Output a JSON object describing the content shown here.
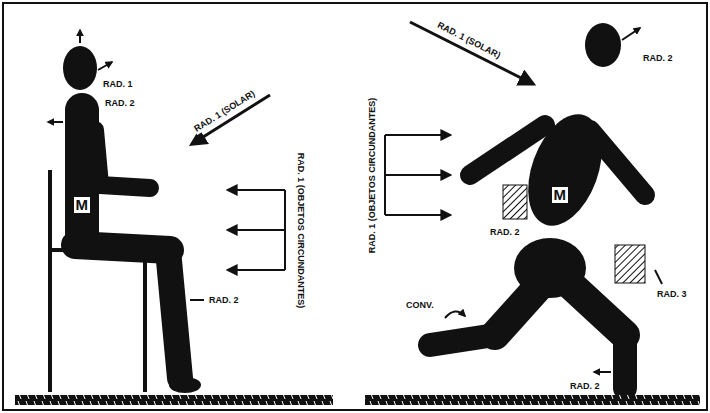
{
  "diagram": {
    "labels": [
      "RAD. 1",
      "RAD. 2",
      "RAD. 1 (SOLAR)",
      "M",
      "RAD. 1 (OBJETOS CIRCUNDANTES)",
      "RAD. 2",
      "RAD. 1 (SOLAR)",
      "RAD. 2",
      "RAD. 1 (OBJETOS CIRCUNDANTES)",
      "M",
      "RAD. 2",
      "RAD. 3",
      "CONV.",
      "RAD. 2"
    ]
  }
}
